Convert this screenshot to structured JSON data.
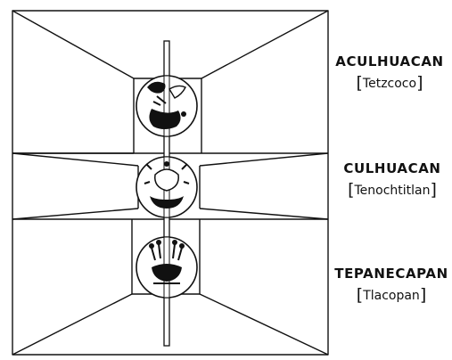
{
  "tiers": [
    {
      "name": "ACULHUACAN",
      "open": "[",
      "place": "Tetzcoco",
      "close": "]"
    },
    {
      "name": "CULHUACAN",
      "open": "[",
      "place": "Tenochtitlan",
      "close": "]"
    },
    {
      "name": "TEPANECAPAN",
      "open": "[",
      "place": "Tlacopan",
      "close": "]"
    }
  ],
  "colors": {
    "ink": "#111111",
    "paper": "#ffffff"
  }
}
